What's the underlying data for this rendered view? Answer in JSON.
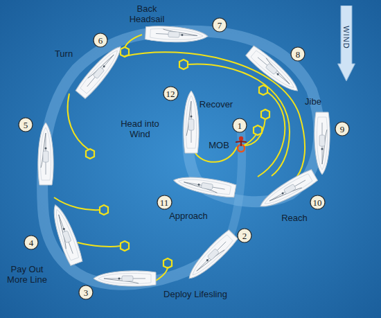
{
  "diagram": {
    "nodes": [
      {
        "text": [
          "1"
        ]
      },
      {
        "text": [
          "2"
        ]
      },
      {
        "text": [
          "3"
        ]
      },
      {
        "text": [
          "4"
        ]
      },
      {
        "text": [
          "5"
        ]
      },
      {
        "text": [
          "6"
        ]
      },
      {
        "text": [
          "7"
        ]
      },
      {
        "text": [
          "8"
        ]
      },
      {
        "text": [
          "9"
        ]
      },
      {
        "text": [
          "10"
        ]
      },
      {
        "text": [
          "11"
        ]
      },
      {
        "text": [
          "12"
        ]
      },
      {
        "text": [
          "WIND"
        ]
      }
    ],
    "labels": [
      "Back Headsail",
      "Turn",
      "Recover",
      "Head into Wind",
      "MOB",
      "Jibe",
      "Reach",
      "Approach",
      "Pay Out More Line",
      "Deploy Lifesling"
    ]
  }
}
